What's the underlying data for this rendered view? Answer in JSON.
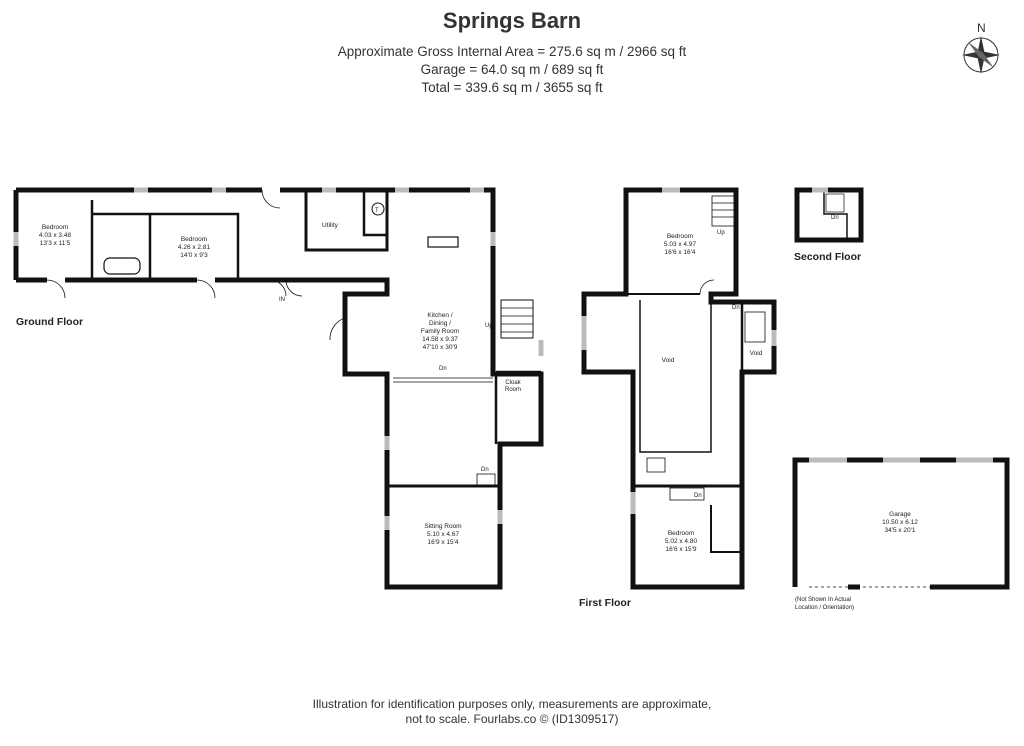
{
  "header": {
    "title": "Springs Barn",
    "area_lines": [
      "Approximate Gross Internal Area = 275.6 sq m / 2966 sq ft",
      "Garage = 64.0 sq m / 689 sq ft",
      "Total = 339.6 sq m / 3655 sq ft"
    ]
  },
  "compass": {
    "label": "N"
  },
  "floors": {
    "ground": "Ground Floor",
    "first": "First Floor",
    "second": "Second Floor"
  },
  "rooms": {
    "bedroom1": [
      "Bedroom",
      "4.03 x 3.48",
      "13'3 x 11'5"
    ],
    "bedroom2": [
      "Bedroom",
      "4.26 x 2.81",
      "14'0 x 9'3"
    ],
    "utility": [
      "Utility"
    ],
    "kitchen": [
      "Kitchen /",
      "Dining /",
      "Family Room",
      "14.58 x 9.37",
      "47'10 x 30'9"
    ],
    "cloak": [
      "Cloak",
      "Room"
    ],
    "sitting": [
      "Sitting Room",
      "5.10 x 4.67",
      "16'9 x 15'4"
    ],
    "bedroom3": [
      "Bedroom",
      "5.03 x 4.97",
      "16'6 x 16'4"
    ],
    "void1": [
      "Void"
    ],
    "void2": [
      "Void"
    ],
    "bedroom4": [
      "Bedroom",
      "5.02 x 4.80",
      "16'6 x 15'9"
    ],
    "garage": [
      "Garage",
      "10.50 x 6.12",
      "34'5 x 20'1"
    ]
  },
  "markers": {
    "in": "IN",
    "up": "Up",
    "dn": "Dn",
    "t": "T"
  },
  "garage_note": [
    "(Not Shown In Actual",
    "Location / Orientation)"
  ],
  "footer": [
    "Illustration for identification purposes only, measurements are approximate,",
    "not to scale. Fourlabs.co © (ID1309517)"
  ]
}
